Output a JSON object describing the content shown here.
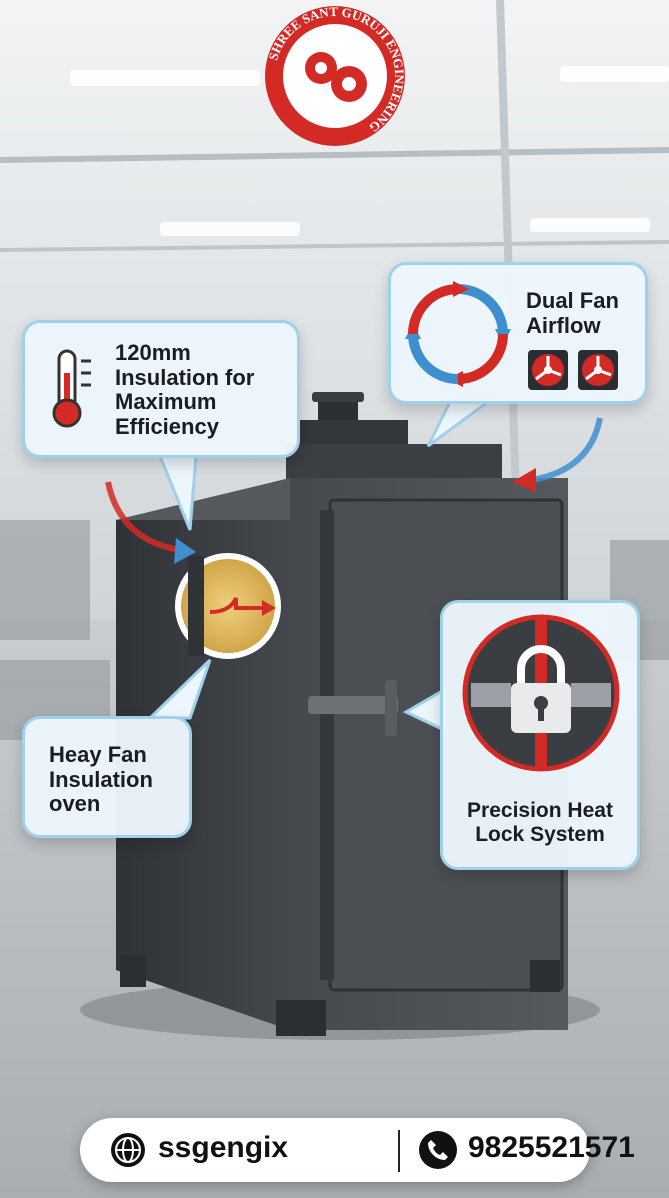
{
  "logo": {
    "text": "SHREE SANT GURUJI ENGINEERING",
    "color": "#d42a26"
  },
  "callouts": {
    "insulation": {
      "lines": [
        "120mm",
        "Insulation for",
        "Maximum",
        "Efficiency"
      ],
      "icon": "thermometer-icon"
    },
    "dual_fan": {
      "lines": [
        "Dual Fan",
        "Airflow"
      ],
      "icon": "circular-airflow-arrows-icon"
    },
    "oven": {
      "lines": [
        "Heay Fan",
        "Insulation",
        "oven"
      ]
    },
    "heat_lock": {
      "lines": [
        "Precision Heat",
        "Lock System"
      ],
      "icon": "padlock-icon"
    }
  },
  "footer": {
    "handle": "ssgengix",
    "phone": "9825521571",
    "handle_icon": "globe-icon",
    "phone_icon": "phone-icon"
  },
  "colors": {
    "accent_red": "#d42a26",
    "accent_blue": "#3f8fd0",
    "callout_border": "#9fd0ec",
    "oven_body": "#3f4246"
  }
}
